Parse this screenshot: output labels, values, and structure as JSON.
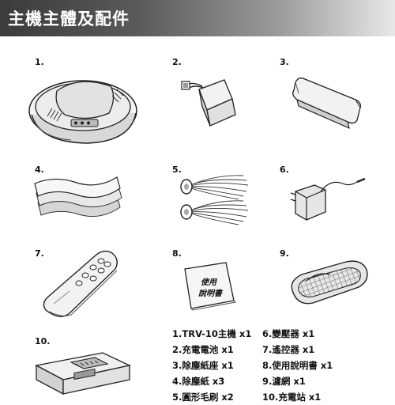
{
  "header": {
    "title": "主機主體及配件"
  },
  "items": [
    {
      "number": "1.",
      "icon": "robot-vacuum-icon"
    },
    {
      "number": "2.",
      "icon": "battery-pack-icon"
    },
    {
      "number": "3.",
      "icon": "dust-paper-holder-icon"
    },
    {
      "number": "4.",
      "icon": "dust-paper-icon"
    },
    {
      "number": "5.",
      "icon": "round-brush-icon"
    },
    {
      "number": "6.",
      "icon": "power-adapter-icon"
    },
    {
      "number": "7.",
      "icon": "remote-control-icon"
    },
    {
      "number": "8.",
      "icon": "user-manual-icon",
      "manual_text": [
        "使用",
        "說明書"
      ]
    },
    {
      "number": "9.",
      "icon": "filter-net-icon"
    },
    {
      "number": "10.",
      "icon": "charging-station-icon"
    }
  ],
  "legend": {
    "left": [
      "1.TRV-10主機 x1",
      "2.充電電池 x1",
      "3.除塵紙座 x1",
      "4.除塵紙 x3",
      "5.圓形毛刷 x2"
    ],
    "right": [
      "6.變壓器 x1",
      "7.遙控器 x1",
      "8.使用說明書 x1",
      "9.濾網 x1",
      "10.充電站 x1"
    ]
  }
}
